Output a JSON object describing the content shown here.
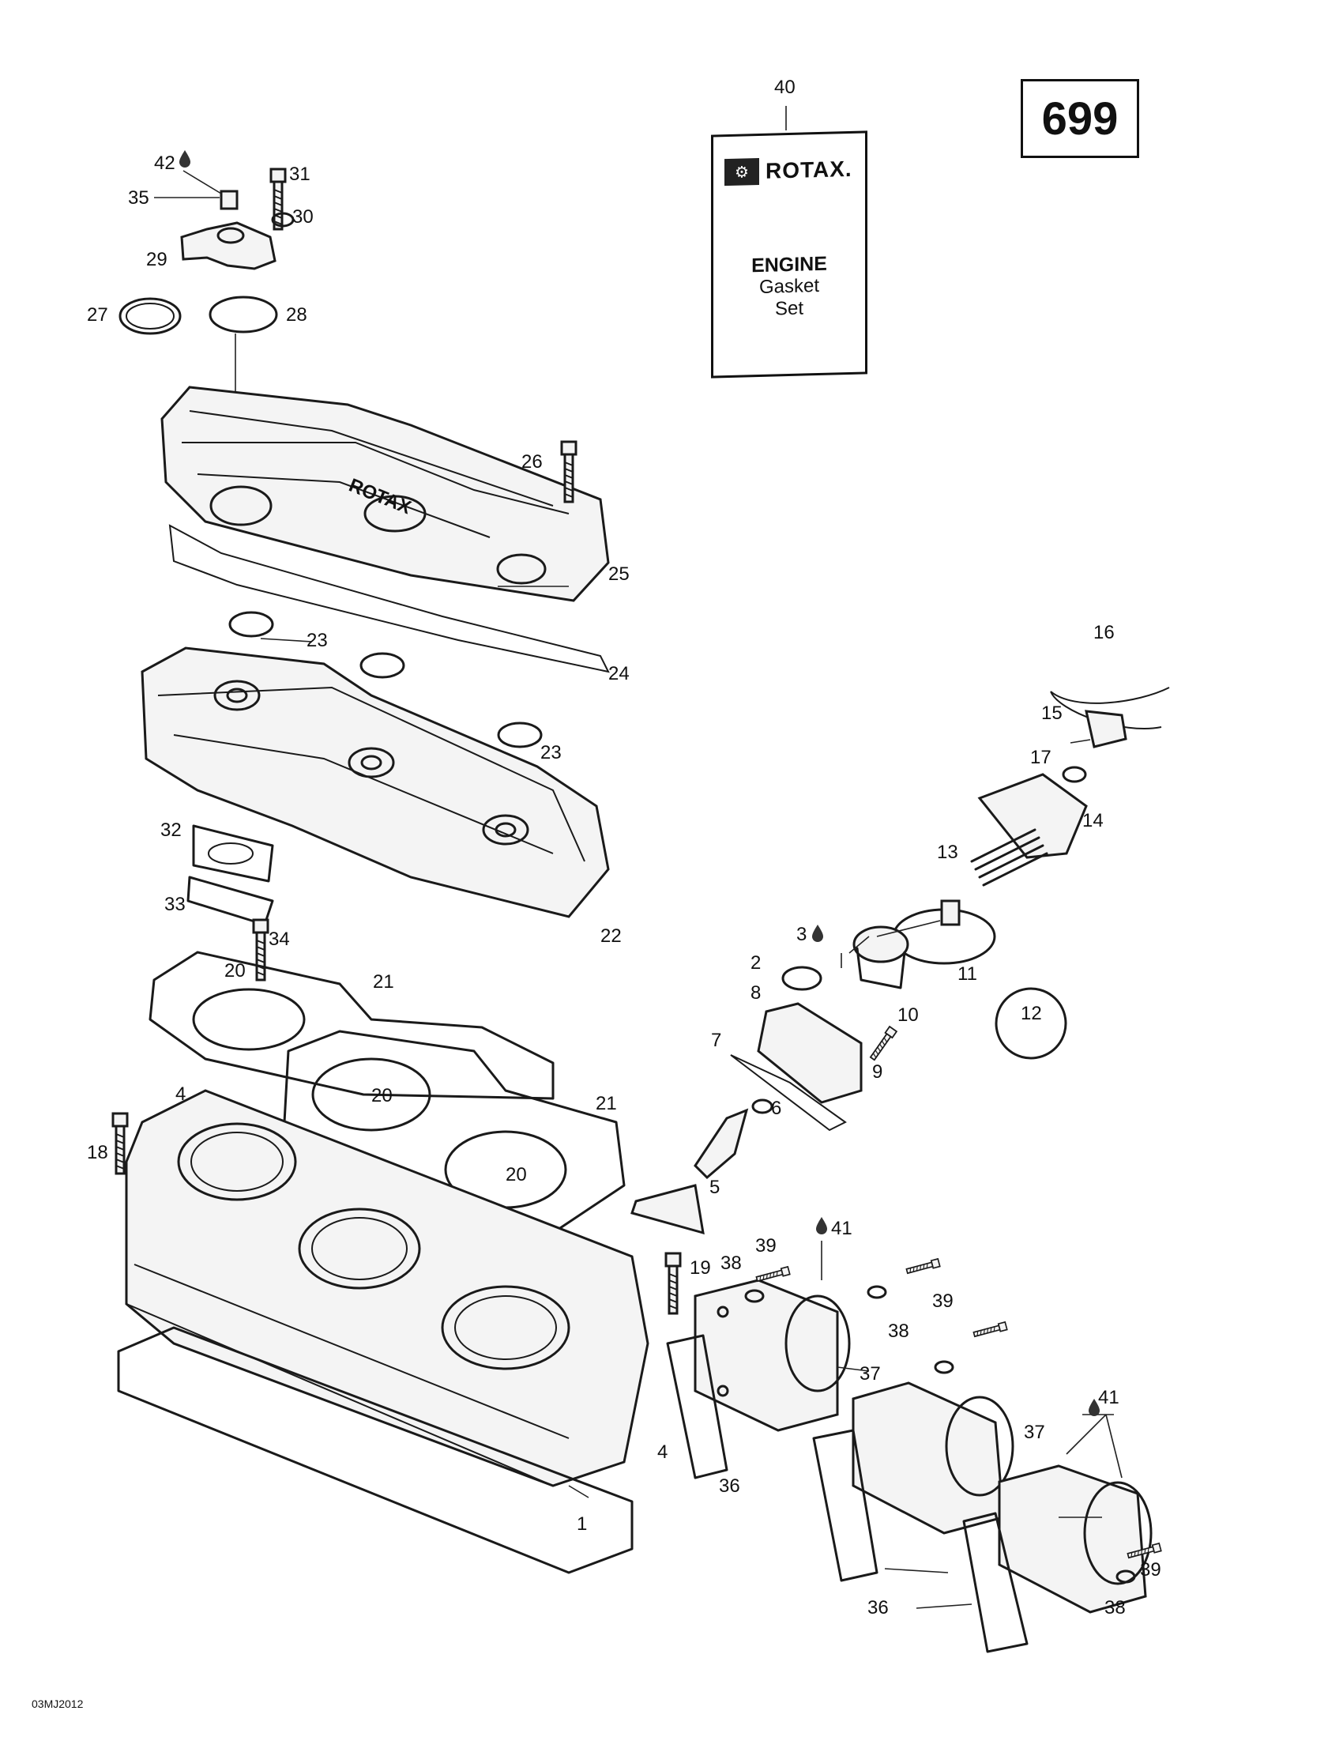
{
  "page_number": "699",
  "footer_code": "03MJ2012",
  "gasket_kit": {
    "brand": "ROTAX.",
    "title": "ENGINE",
    "line2": "Gasket",
    "line3": "Set"
  },
  "callouts": {
    "c1": "1",
    "c2": "2",
    "c3": "3",
    "c4a": "4",
    "c4b": "4",
    "c5": "5",
    "c6": "6",
    "c7": "7",
    "c8": "8",
    "c9": "9",
    "c10": "10",
    "c11": "11",
    "c12": "12",
    "c13": "13",
    "c14": "14",
    "c15": "15",
    "c16": "16",
    "c17": "17",
    "c18": "18",
    "c19": "19",
    "c20a": "20",
    "c20b": "20",
    "c20c": "20",
    "c21a": "21",
    "c21b": "21",
    "c22": "22",
    "c23a": "23",
    "c23b": "23",
    "c24": "24",
    "c25": "25",
    "c26": "26",
    "c27": "27",
    "c28": "28",
    "c29": "29",
    "c30": "30",
    "c31": "31",
    "c32": "32",
    "c33": "33",
    "c34": "34",
    "c35": "35",
    "c36a": "36",
    "c36b": "36",
    "c37a": "37",
    "c37b": "37",
    "c38a": "38",
    "c38b": "38",
    "c38c": "38",
    "c39a": "39",
    "c39b": "39",
    "c39c": "39",
    "c40": "40",
    "c41a": "41",
    "c41b": "41",
    "c42": "42"
  },
  "icons": {
    "lubricant": "oil-drop-icon"
  }
}
